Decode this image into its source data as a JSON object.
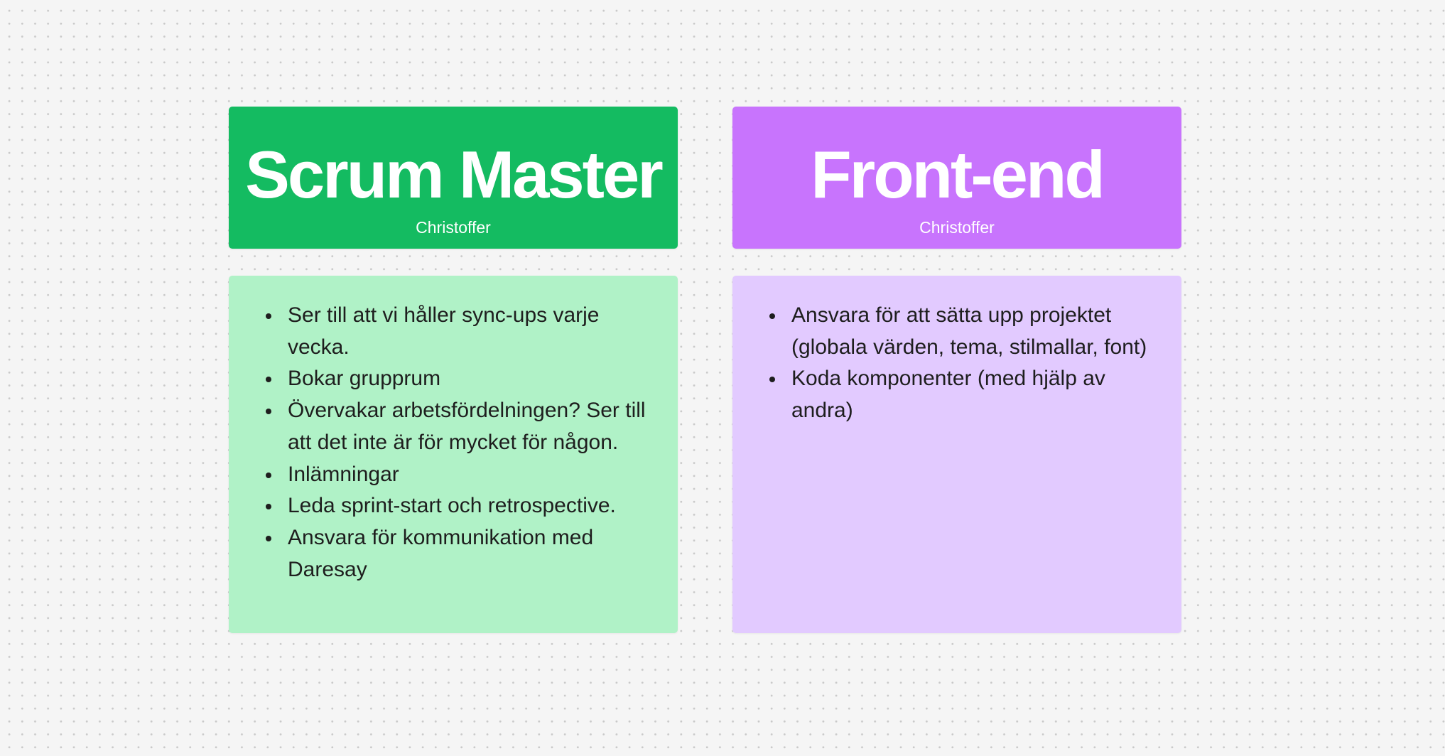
{
  "colors": {
    "canvas_bg": "#f5f5f5",
    "scrum_header": "#14bb61",
    "scrum_body": "#b0f2c7",
    "frontend_header": "#c874fd",
    "frontend_body": "#e2caff",
    "text_dark": "#1e1e1e",
    "text_light": "#ffffff"
  },
  "cards": [
    {
      "title": "Scrum Master",
      "owner": "Christoffer",
      "items": [
        "Ser till att vi håller sync-ups varje vecka.",
        "Bokar grupprum",
        "Övervakar arbetsfördelningen? Ser till att det inte är för mycket för någon.",
        "Inlämningar",
        "Leda sprint-start och retrospective.",
        "Ansvara för kommunikation med Daresay"
      ]
    },
    {
      "title": "Front-end",
      "owner": "Christoffer",
      "items": [
        "Ansvara för att sätta upp projektet (globala värden, tema, stilmallar, font)",
        "Koda komponenter (med hjälp av andra)"
      ]
    }
  ]
}
